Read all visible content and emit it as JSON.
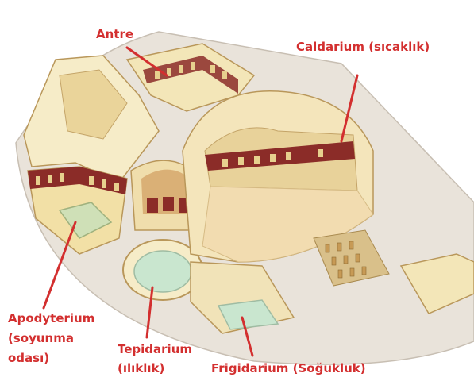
{
  "labels": {
    "antre": "Antre",
    "caldarium": "Caldarium (sıcaklık)",
    "apodyterium_line1": "Apodyterium",
    "apodyterium_line2": "(soyunma",
    "apodyterium_line3": "odası)",
    "tepidarium_line1": "Tepidarium",
    "tepidarium_line2": "(ılıklık)",
    "frigidarium": "Frigidarium (Soğukluk)"
  },
  "colors": {
    "label_red": "#d32f2f",
    "stone_light": "#f3e6b8",
    "stone_mid": "#e5cf8e",
    "stone_dark": "#b9975a",
    "frieze_red": "#8b2c28",
    "floor": "#f2dcb0",
    "water": "#c9e6cf",
    "shadow_grey": "#d9d4cc"
  }
}
